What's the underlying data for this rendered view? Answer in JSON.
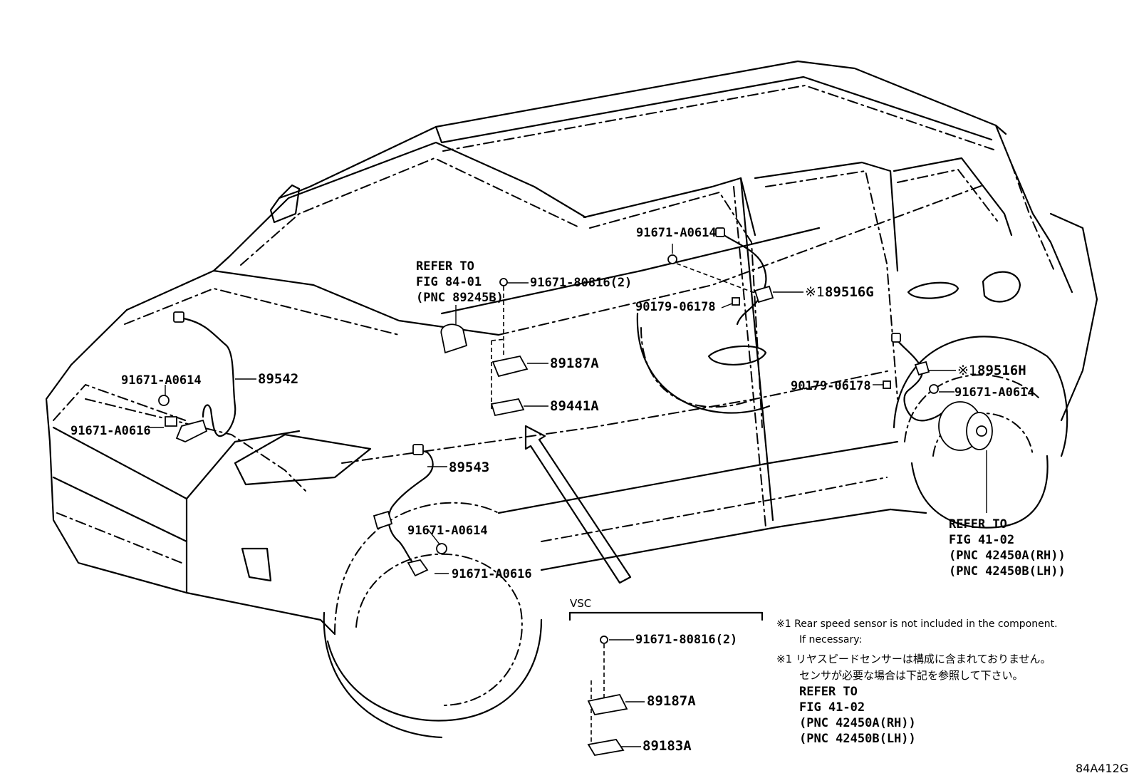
{
  "labels": {
    "p_89542": "89542",
    "p_89543": "89543",
    "p_89187a": "89187A",
    "p_89441a": "89441A",
    "p_89516g": "89516G",
    "p_89516h": "89516H",
    "bolt_a0614_front_rh": "91671-A0614",
    "bolt_a0616_front_rh": "91671-A0616",
    "bolt_a0614_front_lh": "91671-A0614",
    "bolt_a0616_front_lh": "91671-A0616",
    "bolt_a0614_rear_g": "91671-A0614",
    "bolt_a0614_rear_h": "91671-A0614",
    "clip_06178_g": "90179-06178",
    "clip_06178_h": "90179-06178",
    "bolt_80816": "91671-80816(2)",
    "refer_fig84": [
      "REFER TO",
      "FIG 84-01",
      "(PNC 89245B)"
    ],
    "refer_fig41": [
      "REFER TO",
      "FIG 41-02",
      "(PNC 42450A(RH))",
      "(PNC 42450B(LH))"
    ]
  },
  "mark": "※1",
  "vsc": {
    "title": "VSC",
    "bolt": "91671-80816(2)",
    "p_89187a": "89187A",
    "p_89183a": "89183A"
  },
  "notes": {
    "en_line1": "Rear speed sensor is not included in the component.",
    "en_line2": "If necessary:",
    "jp_line1": "リヤスピードセンサーは構成に含まれておりません。",
    "jp_line2": "センサが必要な場合は下記を参照して下さい。",
    "refer": [
      "REFER TO",
      "FIG 41-02",
      "(PNC 42450A(RH))",
      "(PNC 42450B(LH))"
    ]
  },
  "figure_code": "84A412G"
}
